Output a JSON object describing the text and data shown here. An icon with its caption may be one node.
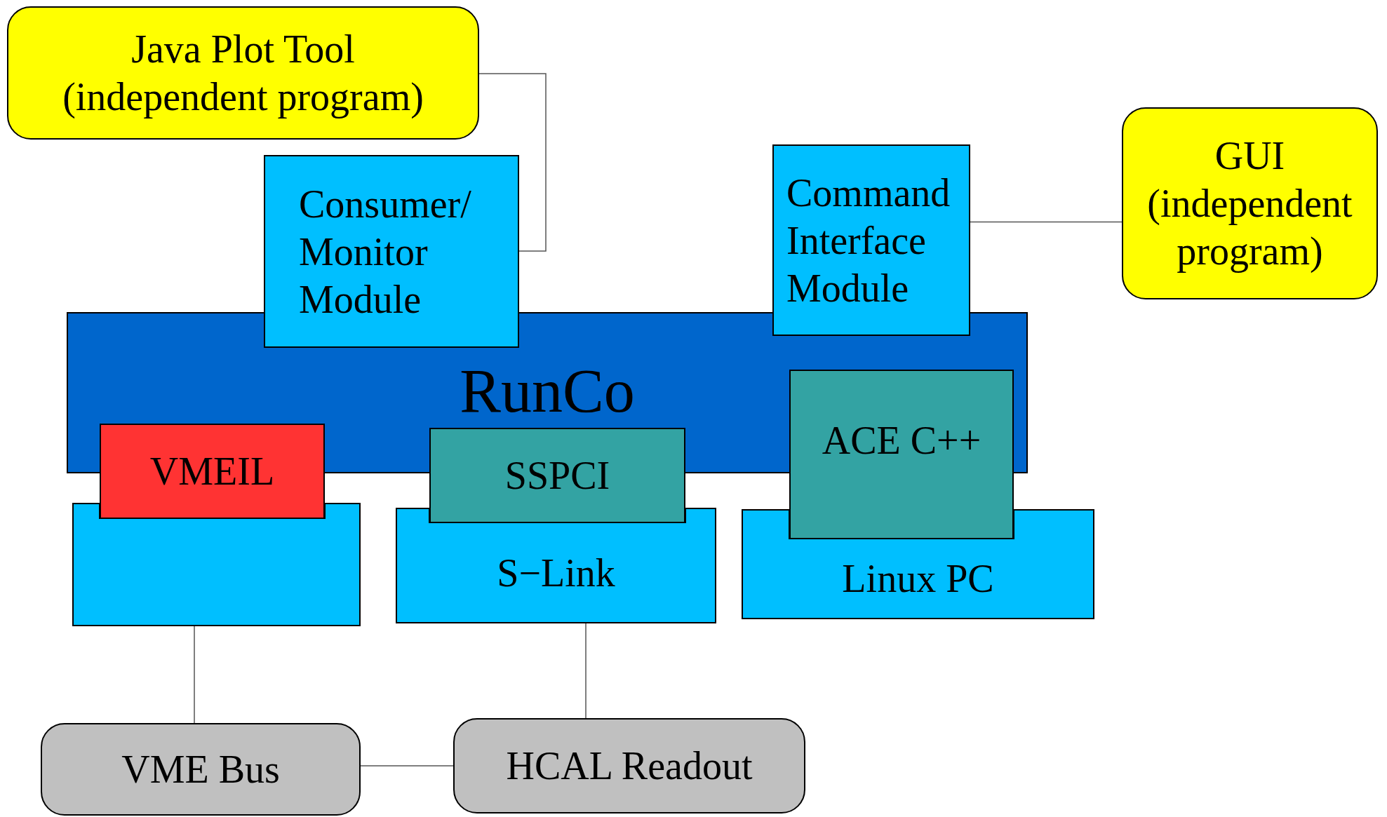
{
  "diagram": {
    "nodes": [
      {
        "text": [
          "Java Plot Tool (independent program)"
        ]
      },
      {
        "text": [
          "Consumer/ Monitor Module"
        ]
      },
      {
        "text": [
          "Command Interface Module"
        ]
      },
      {
        "text": [
          "GUI (independent program)"
        ]
      },
      {
        "text": [
          "RunCo"
        ]
      },
      {
        "text": [
          "ACE C++"
        ]
      },
      {
        "text": [
          "VMEIL"
        ]
      },
      {
        "text": [
          "SSPCI"
        ]
      },
      {
        "text": [],
        "shape": "box"
      },
      {
        "text": [
          "S−Link"
        ]
      },
      {
        "text": [
          "Linux PC"
        ]
      },
      {
        "text": [
          "VME Bus"
        ]
      },
      {
        "text": [
          "HCAL Readout"
        ]
      }
    ],
    "edges": [
      {
        "from": 0,
        "to": 1,
        "arrow": "none"
      },
      {
        "from": 2,
        "to": 3,
        "arrow": "none"
      },
      {
        "from": 8,
        "to": 11,
        "arrow": "none"
      },
      {
        "from": 9,
        "to": 12,
        "arrow": "none"
      },
      {
        "from": 11,
        "to": 12,
        "arrow": "none"
      }
    ]
  }
}
